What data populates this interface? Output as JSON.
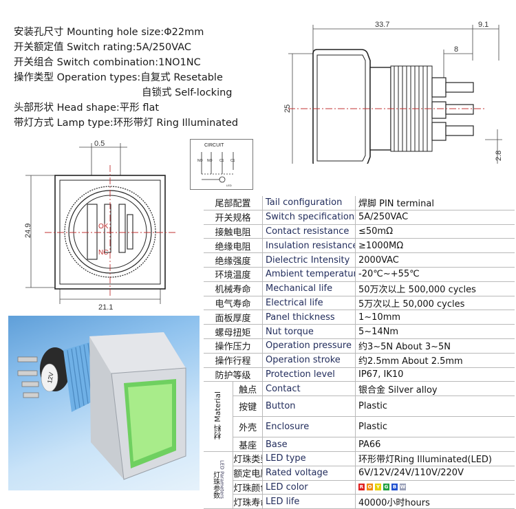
{
  "specs": [
    "安装孔尺寸 Mounting hole size:Φ22mm",
    "开关额定值 Switch rating:5A/250VAC",
    "开关组合 Switch combination:1NO1NC",
    "操作类型 Operation types:自复式 Resetable",
    "自锁式 Self-locking",
    "头部形状 Head shape:平形 flat",
    "带灯方式 Lamp type:环形带灯 Ring Illuminated"
  ],
  "side_dims": {
    "length": "33.7",
    "tail": "9.1",
    "terminal": "8",
    "height": "25",
    "pin": "2.8"
  },
  "front_dims": {
    "offset": "0.5",
    "height": "24.9",
    "width": "21.1",
    "mark_ok": "OK",
    "mark_nc": "NC"
  },
  "circuit": {
    "title": "CIRCUIT",
    "labels": [
      "NO",
      "NO",
      "C1",
      "C1",
      "LED"
    ]
  },
  "photo": {
    "label": "12V"
  },
  "table": {
    "rows": [
      {
        "zh": "尾部配置",
        "en": "Tail configuration",
        "val": "焊脚  PIN terminal"
      },
      {
        "zh": "开关规格",
        "en": "Switch specifications",
        "val": "5A/250VAC"
      },
      {
        "zh": "接触电阻",
        "en": "Contact resistance",
        "val": "≤50mΩ"
      },
      {
        "zh": "绝缘电阻",
        "en": "Insulation resistance",
        "val": "≥1000MΩ"
      },
      {
        "zh": "绝缘强度",
        "en": "Dielectric Intensity",
        "val": "2000VAC"
      },
      {
        "zh": "环境温度",
        "en": "Ambient temperature",
        "val": "-20℃~+55℃"
      },
      {
        "zh": "机械寿命",
        "en": "Mechanical life",
        "val": "50万次以上 500,000 cycles"
      },
      {
        "zh": "电气寿命",
        "en": "Electrical life",
        "val": "5万次以上 50,000  cycles"
      },
      {
        "zh": "面板厚度",
        "en": "Panel thickness",
        "val": "1~10mm"
      },
      {
        "zh": "螺母扭矩",
        "en": "Nut torque",
        "val": "5~14Nm"
      },
      {
        "zh": "操作压力",
        "en": "Operation pressure",
        "val": "约3~5N About 3~5N"
      },
      {
        "zh": "操作行程",
        "en": "Operation stroke",
        "val": "约2.5mm About 2.5mm"
      },
      {
        "zh": "防护等级",
        "en": "Protection level",
        "val": "IP67, IK10"
      }
    ],
    "material_label": "Material",
    "material_zh": "材料",
    "material_rows": [
      {
        "zh": "触点",
        "en": "Contact",
        "val": "银合金 Silver alloy"
      },
      {
        "zh": "按键",
        "en": "Button",
        "val": "Plastic"
      },
      {
        "zh": "外壳",
        "en": "Enclosure",
        "val": "Plastic"
      },
      {
        "zh": "基座",
        "en": "Base",
        "val": "PA66"
      }
    ],
    "led_zh": "灯珠参数",
    "led_label": "LED Parameters",
    "led_rows": [
      {
        "zh": "灯珠类型",
        "en": "LED type",
        "val": "环形带灯Ring Illuminated(LED)"
      },
      {
        "zh": "额定电压",
        "en": "Rated voltage",
        "val": "6V/12V/24V/110V/220V"
      },
      {
        "zh": "灯珠颜色",
        "en": "LED color",
        "val": ""
      },
      {
        "zh": "灯珠寿命",
        "en": "LED life",
        "val": "40000小时hours"
      }
    ],
    "led_colors": [
      {
        "letter": "R",
        "color": "#e02020"
      },
      {
        "letter": "O",
        "color": "#f08a10"
      },
      {
        "letter": "Y",
        "color": "#e8d000"
      },
      {
        "letter": "G",
        "color": "#20a040"
      },
      {
        "letter": "B",
        "color": "#2050d0"
      },
      {
        "letter": "W",
        "color": "#9aa0b8"
      }
    ]
  }
}
